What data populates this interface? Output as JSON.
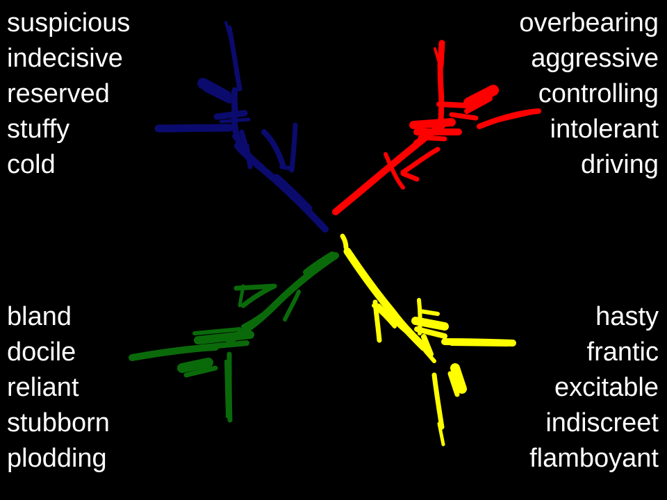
{
  "quadrants": {
    "top_left": {
      "color": "#0b0b6e",
      "icon": "blue-brushstroke-arm-icon",
      "words": [
        "suspicious",
        "indecisive",
        "reserved",
        "stuffy",
        "cold"
      ]
    },
    "top_right": {
      "color": "#ff0000",
      "icon": "red-brushstroke-arm-icon",
      "words": [
        "overbearing",
        "aggressive",
        "controlling",
        "intolerant",
        "driving"
      ]
    },
    "bottom_left": {
      "color": "#0a6a0a",
      "icon": "green-brushstroke-arm-icon",
      "words": [
        "bland",
        "docile",
        "reliant",
        "stubborn",
        "plodding"
      ]
    },
    "bottom_right": {
      "color": "#ffff00",
      "icon": "yellow-brushstroke-arm-icon",
      "words": [
        "hasty",
        "frantic",
        "excitable",
        "indiscreet",
        "flamboyant"
      ]
    }
  }
}
